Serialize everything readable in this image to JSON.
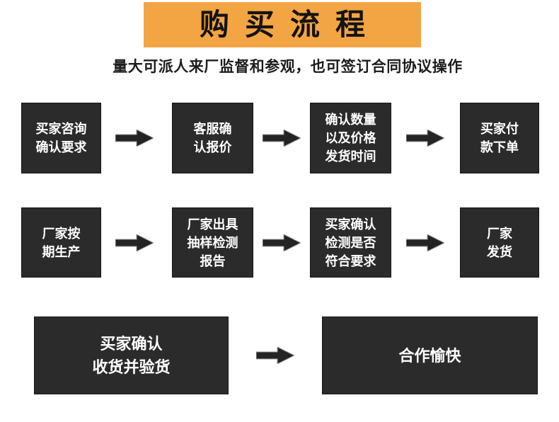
{
  "banner": {
    "title": "购买流程"
  },
  "subtitle": "量大可派人来厂监督和参观，也可签订合同协议操作",
  "colors": {
    "banner_bg": "#F3A543",
    "banner_text": "#131313",
    "box_bg": "#2B2B2B",
    "box_border": "#161616",
    "box_text": "#FFFFFF",
    "arrow": "#242424",
    "page_bg": "#FFFFFF"
  },
  "flow": {
    "rows": [
      {
        "boxes": [
          {
            "lines": [
              "买家咨询",
              "确认要求"
            ]
          },
          {
            "lines": [
              "客服确",
              "认报价"
            ]
          },
          {
            "lines": [
              "确认数量",
              "以及价格",
              "发货时间"
            ]
          },
          {
            "lines": [
              "买家付",
              "款下单"
            ]
          }
        ]
      },
      {
        "boxes": [
          {
            "lines": [
              "厂家按",
              "期生产"
            ]
          },
          {
            "lines": [
              "厂家出具",
              "抽样检测",
              "报告"
            ]
          },
          {
            "lines": [
              "买家确认",
              "检测是否",
              "符合要求"
            ]
          },
          {
            "lines": [
              "厂家",
              "发货"
            ]
          }
        ]
      },
      {
        "boxes": [
          {
            "lines": [
              "买家确认",
              "收货并验货"
            ]
          },
          {
            "lines": [
              "合作愉快"
            ]
          }
        ]
      }
    ]
  }
}
